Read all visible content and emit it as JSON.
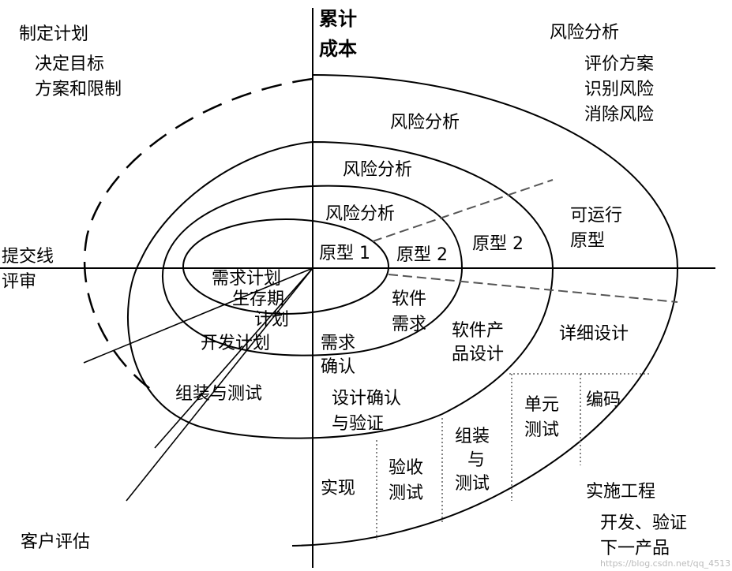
{
  "axis_title": [
    "累计",
    "成本"
  ],
  "quadrants": {
    "planning": {
      "title": "制定计划",
      "lines": [
        "决定目标",
        "方案和限制"
      ]
    },
    "risk": {
      "title": "风险分析",
      "lines": [
        "评价方案",
        "识别风险",
        "消除风险"
      ]
    },
    "engineering": {
      "title": "实施工程",
      "lines": [
        "开发、验证",
        "下一产品"
      ]
    },
    "evaluation": {
      "title": "客户评估"
    }
  },
  "submit_review": [
    "提交线",
    "评审"
  ],
  "risk_rings": [
    "风险分析",
    "风险分析",
    "风险分析"
  ],
  "prototypes": [
    "原型 1",
    "原型 2",
    "原型 2"
  ],
  "operational_prototype": [
    "可运行",
    "原型"
  ],
  "plans": {
    "requirements_plan": "需求计划",
    "lifecycle_plan": [
      "生存期",
      "计划"
    ],
    "development_plan": "开发计划",
    "integration_test": "组装与测试"
  },
  "phases": {
    "software_requirements": [
      "软件",
      "需求"
    ],
    "requirements_confirm": [
      "需求",
      "确认"
    ],
    "product_design": [
      "软件产",
      "品设计"
    ],
    "design_verification": [
      "设计确认",
      "与验证"
    ],
    "detailed_design": "详细设计",
    "coding": "编码",
    "unit_test": [
      "单元",
      "测试"
    ],
    "integration": [
      "组装",
      "与",
      "测试"
    ],
    "acceptance_test": [
      "验收",
      "测试"
    ],
    "implementation": "实现"
  },
  "watermark": "https://blog.csdn.net/qq_4513"
}
